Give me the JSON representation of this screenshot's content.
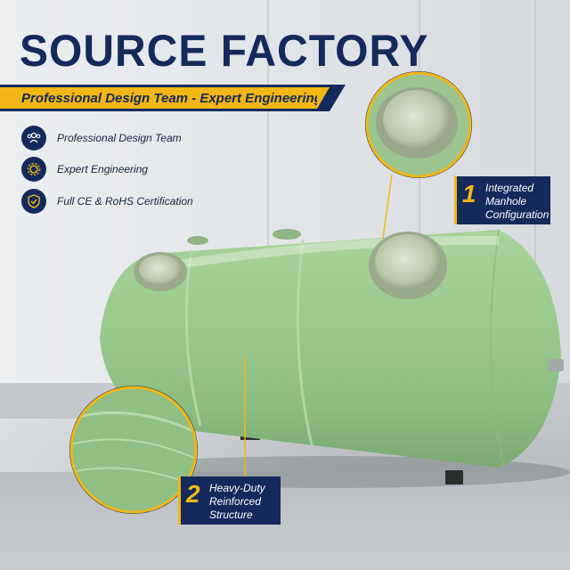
{
  "headline": "SOURCE FACTORY",
  "banner": "Professional Design Team - Expert Engineering",
  "features": [
    {
      "label": "Professional Design Team",
      "icon": "team-icon"
    },
    {
      "label": "Expert Engineering",
      "icon": "gear-icon"
    },
    {
      "label": "Full CE & RoHS Certification",
      "icon": "shield-check-icon"
    }
  ],
  "callouts": [
    {
      "number": "1",
      "lines": [
        "Integrated",
        "Manhole",
        "Configuration"
      ]
    },
    {
      "number": "2",
      "lines": [
        "Heavy-Duty",
        "Reinforced",
        "Structure"
      ]
    }
  ],
  "colors": {
    "navy": "#142a5c",
    "gold": "#f2b616",
    "tank_green": "#9ccb8e"
  }
}
